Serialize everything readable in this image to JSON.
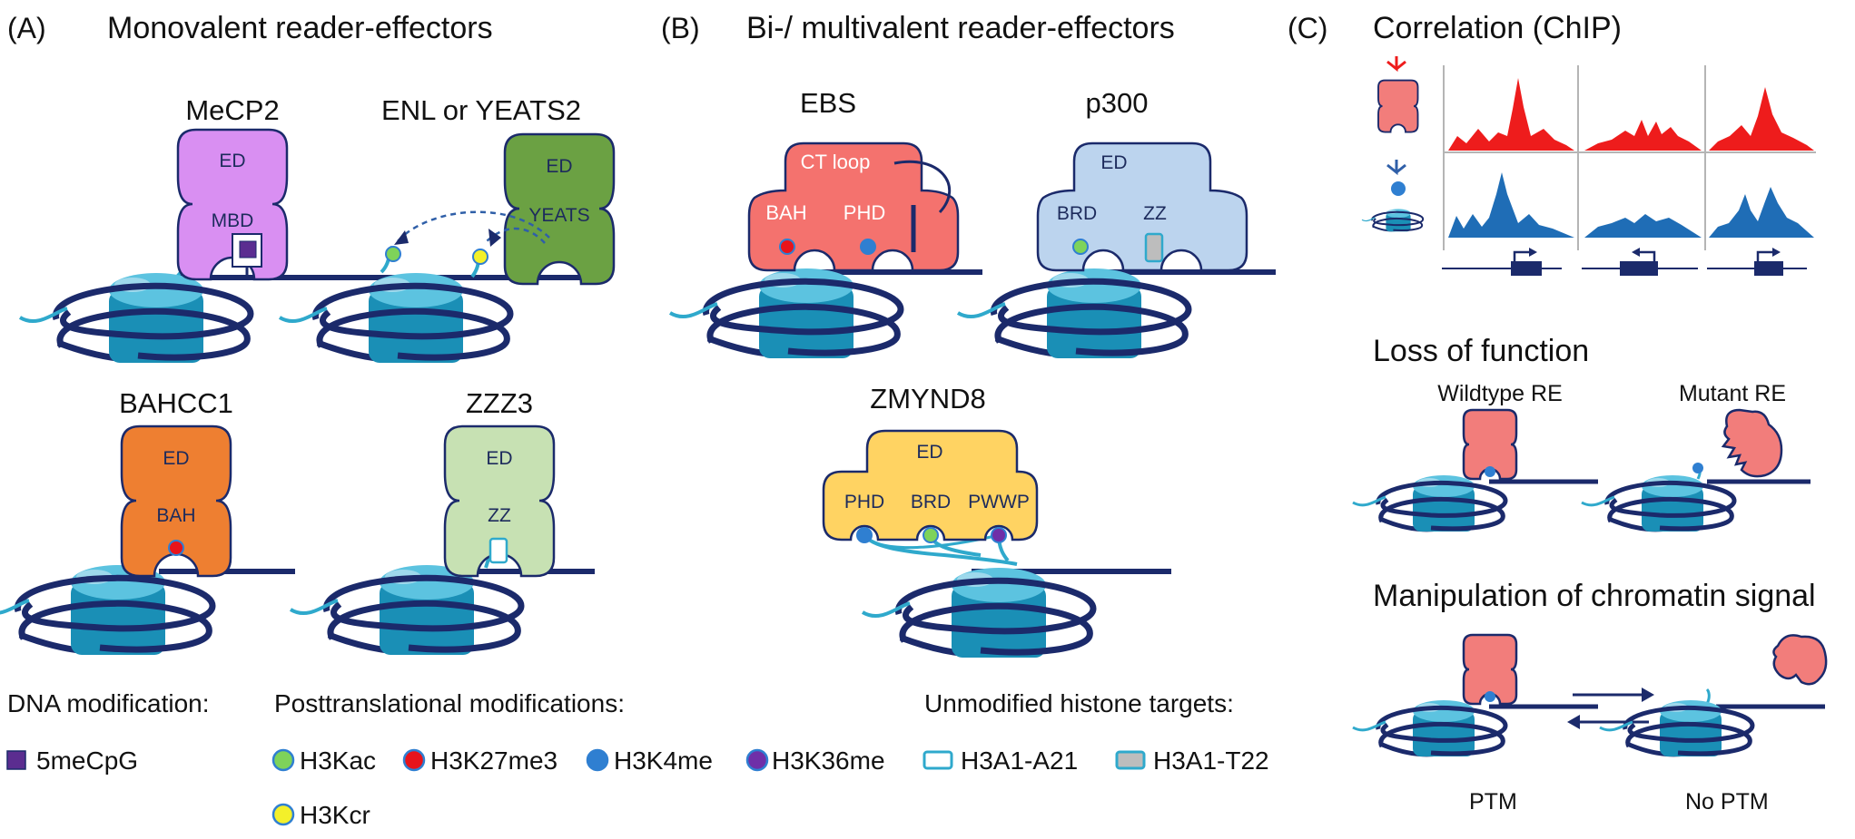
{
  "panels": {
    "a": {
      "label": "(A)",
      "title": "Monovalent reader-effectors",
      "complexes": {
        "mecp2": {
          "name": "MeCP2",
          "top": "ED",
          "bottom": "MBD"
        },
        "enl": {
          "name": "ENL or YEATS2",
          "top": "ED",
          "bottom": "YEATS"
        },
        "bahcc1": {
          "name": "BAHCC1",
          "top": "ED",
          "bottom": "BAH"
        },
        "zzz3": {
          "name": "ZZZ3",
          "top": "ED",
          "bottom": "ZZ"
        }
      }
    },
    "b": {
      "label": "(B)",
      "title": "Bi-/ multivalent reader-effectors",
      "complexes": {
        "ebs": {
          "name": "EBS",
          "top": "CT loop",
          "left": "BAH",
          "right": "PHD"
        },
        "p300": {
          "name": "p300",
          "top": "ED",
          "left": "BRD",
          "right": "ZZ"
        },
        "zmynd8": {
          "name": "ZMYND8",
          "top": "ED",
          "d1": "PHD",
          "d2": "BRD",
          "d3": "PWWP"
        }
      }
    },
    "c": {
      "label": "(C)",
      "correlation": "Correlation (ChIP)",
      "loss": {
        "title": "Loss of function",
        "wildtype": "Wildtype RE",
        "mutant": "Mutant RE"
      },
      "manipulation": {
        "title": "Manipulation of chromatin signal",
        "ptm": "PTM",
        "no_ptm": "No PTM"
      }
    }
  },
  "legend": {
    "dna_title": "DNA modification:",
    "dna_items": [
      "5meCpG"
    ],
    "ptm_title": "Posttranslational modifications:",
    "ptm_items": [
      "H3Kac",
      "H3K27me3",
      "H3K4me",
      "H3K36me",
      "H3Kcr"
    ],
    "unmod_title": "Unmodified histone targets:",
    "unmod_items": [
      "H3A1-A21",
      "H3A1-T22"
    ]
  },
  "colors": {
    "mecp2": "#d98ff2",
    "enl": "#6ba143",
    "bahcc1": "#ee7f31",
    "zzz3": "#c7e1b3",
    "ebs": "#f4726e",
    "p300": "#bcd4ee",
    "zmynd8": "#ffd362",
    "re": "#f27d7b",
    "nucleosome": "#2fa9cc",
    "dna": "#1b2a6b",
    "h3kac": "#7ed35a",
    "h3k27me3": "#e8141b",
    "h3k4me": "#2f7fd1",
    "h3k36me": "#6f2fa8",
    "h3kcr": "#f3f02a",
    "5mecpg": "#5b2d90",
    "chip_red": "#ee1c1c",
    "chip_blue": "#1f6db6"
  }
}
